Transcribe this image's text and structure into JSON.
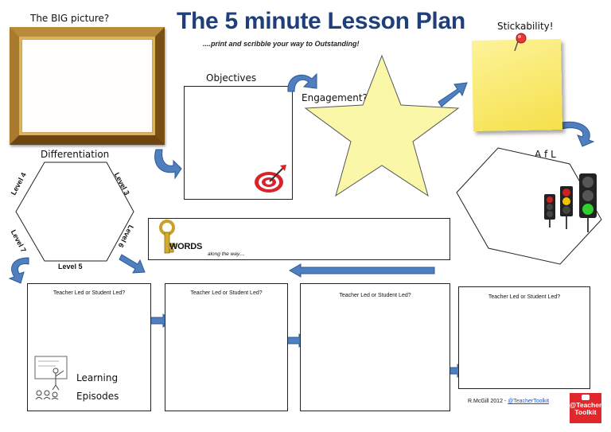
{
  "header": {
    "title": "The 5 minute Lesson Plan",
    "subtitle": "....print and scribble your way to Outstanding!"
  },
  "sections": {
    "big_picture": "The BIG picture?",
    "objectives": "Objectives",
    "engagement": "Engagement?",
    "stickability": "Stickability!",
    "afl": "A f L",
    "differentiation": "Differentiation"
  },
  "levels": [
    "Level 4",
    "Level 3",
    "Level 7",
    "Level 6",
    "Level 5"
  ],
  "words": {
    "logo": "WORDS",
    "caption": "along the way...."
  },
  "episodes": {
    "prompt": "Teacher Led or Student Led?",
    "label_line1": "Learning",
    "label_line2": "Episodes"
  },
  "footer": {
    "credit": "R.McGill 2012 -",
    "handle": "@TeacherToolkit",
    "logo_line1": "@Teacher",
    "logo_line2": "Toolkit"
  },
  "colors": {
    "title": "#1f3f7a",
    "arrow": "#4f7fbf",
    "star": "#fbf7a9",
    "note": "#fbee6a",
    "frame": "#9b6a1c",
    "logo_bg": "#e0272c"
  },
  "icons": [
    "target-icon",
    "key-icon",
    "traffic-light-icon",
    "teacher-sketch-icon",
    "pushpin-icon"
  ]
}
